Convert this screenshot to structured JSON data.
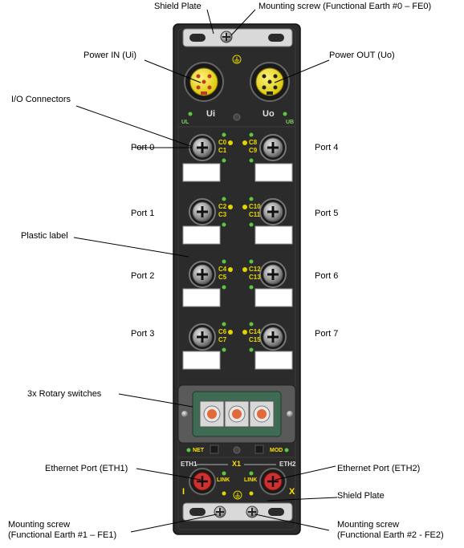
{
  "callouts": {
    "shield_plate_top": "Shield Plate",
    "mounting_screw_fe0": "Mounting screw (Functional Earth #0 – FE0)",
    "power_in": "Power IN (Ui)",
    "power_out": "Power OUT (Uo)",
    "io_connectors": "I/O Connectors",
    "plastic_label": "Plastic label",
    "rotary_switches": "3x Rotary switches",
    "eth1_port": "Ethernet Port (ETH1)",
    "eth2_port": "Ethernet Port (ETH2)",
    "shield_plate_bottom": "Shield Plate",
    "mounting_screw_fe1": "Mounting screw\n(Functional Earth #1 – FE1)",
    "mounting_screw_fe2": "Mounting screw\n(Functional Earth #2 - FE2)"
  },
  "ports": {
    "left": [
      "Port 0",
      "Port 1",
      "Port 2",
      "Port 3"
    ],
    "right": [
      "Port 4",
      "Port 5",
      "Port 6",
      "Port 7"
    ]
  },
  "device_text": {
    "ui": "Ui",
    "uo": "Uo",
    "ul": "UL",
    "ub": "UB",
    "net": "NET",
    "mod": "MOD",
    "eth1": "ETH1",
    "x1": "X1",
    "eth2": "ETH2",
    "link_left": "LINK",
    "link_right": "LINK",
    "roman_one": "I",
    "x_mark": "X",
    "channels_left": [
      [
        "C0",
        "C1"
      ],
      [
        "C2",
        "C3"
      ],
      [
        "C4",
        "C5"
      ],
      [
        "C6",
        "C7"
      ]
    ],
    "channels_right": [
      [
        "C8",
        "C9"
      ],
      [
        "C10",
        "C11"
      ],
      [
        "C12",
        "C13"
      ],
      [
        "C14",
        "C15"
      ]
    ]
  },
  "colors": {
    "housing": "#2b2b2b",
    "power_connector": "#f2e21a",
    "led_green": "#5ec83c",
    "led_yellow": "#e6d400",
    "rotary_panel": "#3f6b55",
    "eth_port": "#d03030"
  }
}
